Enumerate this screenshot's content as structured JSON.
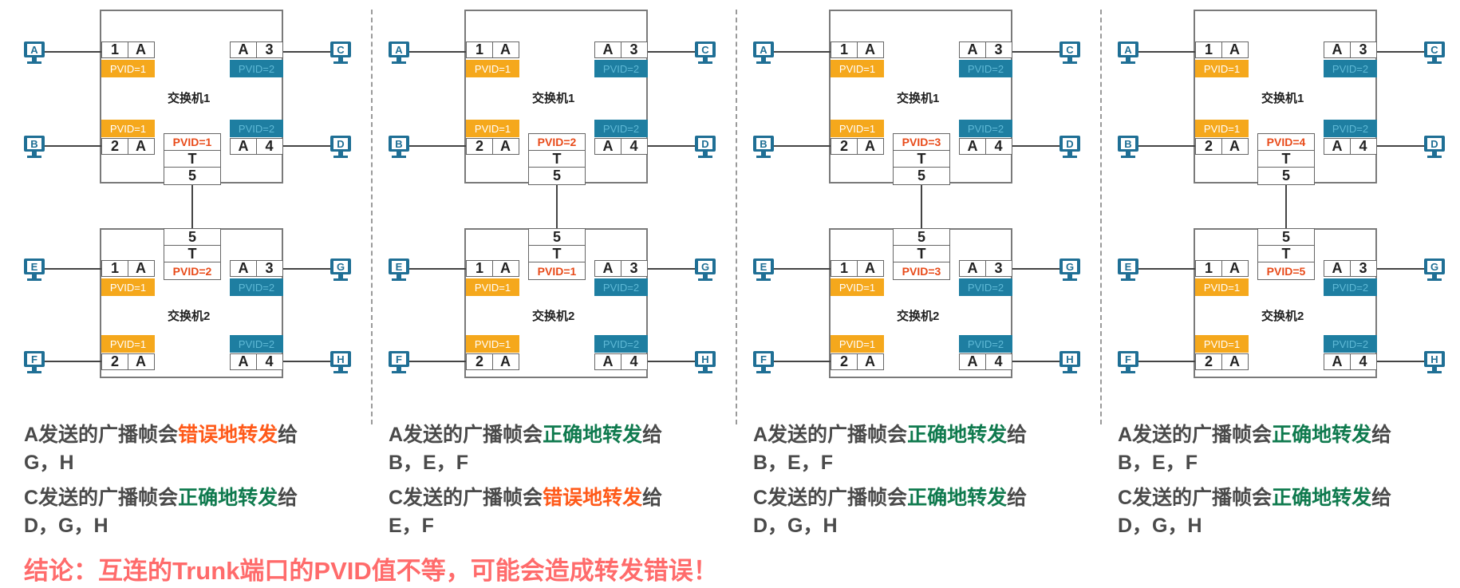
{
  "panels": [
    {
      "switch1": {
        "label": "交换机1",
        "trunk_pvid": "PVID=1"
      },
      "switch2": {
        "label": "交换机2",
        "trunk_pvid": "PVID=2"
      },
      "result_a": {
        "prefix": "A发送的广播帧会",
        "verdict": "错误地转发",
        "suffix": "给",
        "hosts": "G，H",
        "tone": "red"
      },
      "result_c": {
        "prefix": "C发送的广播帧会",
        "verdict": "正确地转发",
        "suffix": "给",
        "hosts": "D，G，H",
        "tone": "green"
      }
    },
    {
      "switch1": {
        "label": "交换机1",
        "trunk_pvid": "PVID=2"
      },
      "switch2": {
        "label": "交换机2",
        "trunk_pvid": "PVID=1"
      },
      "result_a": {
        "prefix": "A发送的广播帧会",
        "verdict": "正确地转发",
        "suffix": "给",
        "hosts": "B，E，F",
        "tone": "green"
      },
      "result_c": {
        "prefix": "C发送的广播帧会",
        "verdict": "错误地转发",
        "suffix": "给",
        "hosts": "E，F",
        "tone": "red"
      }
    },
    {
      "switch1": {
        "label": "交换机1",
        "trunk_pvid": "PVID=3"
      },
      "switch2": {
        "label": "交换机2",
        "trunk_pvid": "PVID=3"
      },
      "result_a": {
        "prefix": "A发送的广播帧会",
        "verdict": "正确地转发",
        "suffix": "给",
        "hosts": "B，E，F",
        "tone": "green"
      },
      "result_c": {
        "prefix": "C发送的广播帧会",
        "verdict": "正确地转发",
        "suffix": "给",
        "hosts": "D，G，H",
        "tone": "green"
      }
    },
    {
      "switch1": {
        "label": "交换机1",
        "trunk_pvid": "PVID=4"
      },
      "switch2": {
        "label": "交换机2",
        "trunk_pvid": "PVID=5"
      },
      "result_a": {
        "prefix": "A发送的广播帧会",
        "verdict": "正确地转发",
        "suffix": "给",
        "hosts": "B，E，F",
        "tone": "green"
      },
      "result_c": {
        "prefix": "C发送的广播帧会",
        "verdict": "正确地转发",
        "suffix": "给",
        "hosts": "D，G，H",
        "tone": "green"
      }
    }
  ],
  "common": {
    "port_labels": {
      "p1": "1",
      "p2": "2",
      "p3": "3",
      "p4": "4",
      "p5": "5",
      "access": "A",
      "trunk": "T"
    },
    "pvid_vlan1": "PVID=1",
    "pvid_vlan2": "PVID=2",
    "hosts_sw1": {
      "left_top": "A",
      "left_bottom": "B",
      "right_top": "C",
      "right_bottom": "D"
    },
    "hosts_sw2": {
      "left_top": "E",
      "left_bottom": "F",
      "right_top": "G",
      "right_bottom": "H"
    }
  },
  "colors": {
    "vlan1": "#f5a81c",
    "vlan2": "#1e7ea1",
    "error": "#ff5a1a",
    "correct": "#0f7a4e",
    "conclusion": "#ff6b6b",
    "host": "#1f6f95"
  },
  "icons": {
    "host": "computer-monitor-icon"
  },
  "conclusion": "结论：互连的Trunk端口的PVID值不等，可能会造成转发错误！"
}
